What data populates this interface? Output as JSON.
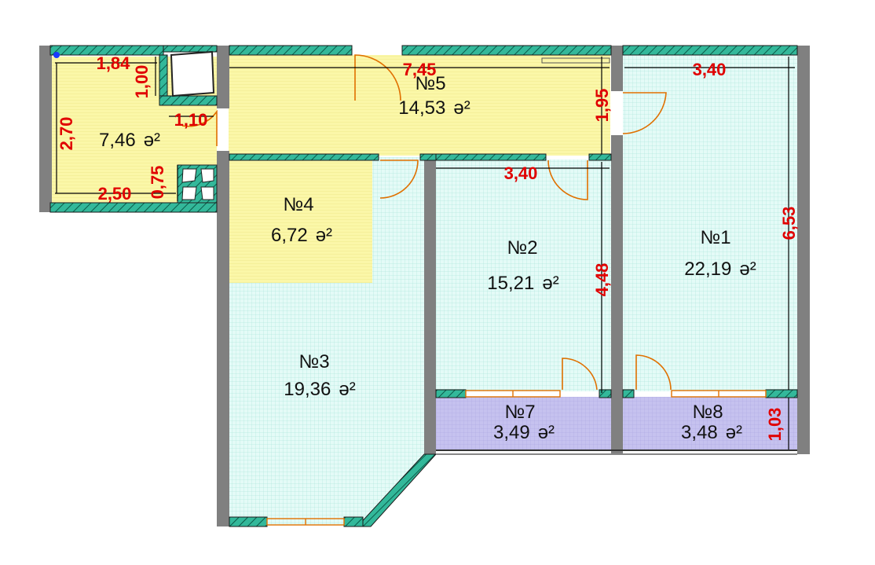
{
  "rooms": [
    {
      "id": "r1",
      "number": "№1",
      "area": "22,19",
      "unit": "ə²"
    },
    {
      "id": "r2",
      "number": "№2",
      "area": "15,21",
      "unit": "ə²"
    },
    {
      "id": "r3",
      "number": "№3",
      "area": "19,36",
      "unit": "ə²"
    },
    {
      "id": "r4",
      "number": "№4",
      "area": "6,72",
      "unit": "ə²"
    },
    {
      "id": "r5",
      "number": "№5",
      "area": "14,53",
      "unit": "ə²"
    },
    {
      "id": "r6",
      "number": "",
      "area": "7,46",
      "unit": "ə²"
    },
    {
      "id": "r7",
      "number": "№7",
      "area": "3,49",
      "unit": "ə²"
    },
    {
      "id": "r8",
      "number": "№8",
      "area": "3,48",
      "unit": "ə²"
    }
  ],
  "dimensions": {
    "d_1_84": "1,84",
    "d_1_00": "1,00",
    "d_2_70": "2,70",
    "d_1_10": "1,10",
    "d_0_75": "0,75",
    "d_2_50": "2,50",
    "d_7_45": "7,45",
    "d_1_95": "1,95",
    "d_3_40_top": "3,40",
    "d_3_40_mid": "3,40",
    "d_4_48": "4,48",
    "d_6_53": "6,53",
    "d_1_03": "1,03"
  },
  "colors": {
    "wet_zone_fill": "#fbf6a8",
    "living_fill": "#e2faf6",
    "balcony_fill": "#c4c0ee",
    "wall_gray": "#808080",
    "wall_hatch": "#2ba98e",
    "dimension_text": "#e00000",
    "door_arc": "#e07000"
  }
}
